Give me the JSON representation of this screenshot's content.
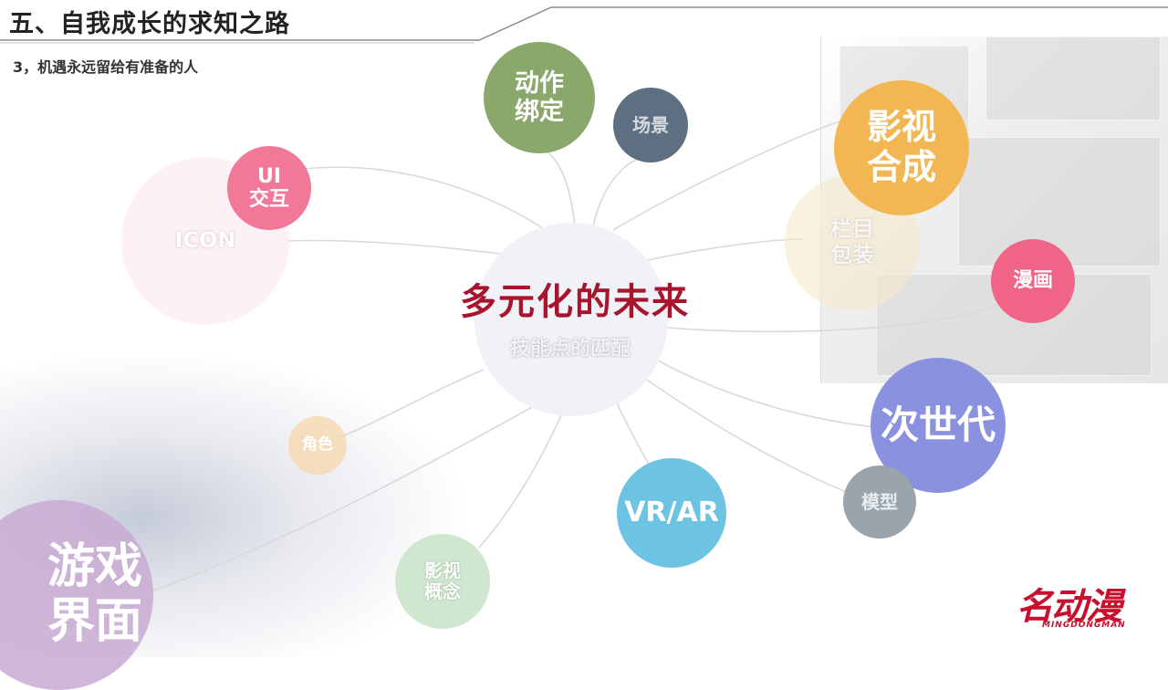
{
  "header": {
    "title": "五、自我成长的求知之路",
    "subtitle": "3，机遇永远留给有准备的人"
  },
  "center": {
    "title": "多元化的未来",
    "subtitle": "技能点的匹配"
  },
  "nodes": {
    "animation_rigging": [
      "动作",
      "绑定"
    ],
    "scene": "场景",
    "film_compositing": [
      "影视",
      "合成"
    ],
    "program_packaging": [
      "栏目",
      "包装"
    ],
    "comics": "漫画",
    "next_gen": "次世代",
    "model": "模型",
    "vr_ar": "VR/AR",
    "film_concept": [
      "影视",
      "概念"
    ],
    "character": "角色",
    "game_ui": [
      "游戏",
      "界面"
    ],
    "ui_interaction": [
      "UI",
      "交互"
    ],
    "icon": "ICON"
  },
  "logo": {
    "main": "名动漫",
    "sub": "MINGDONGMAN"
  },
  "colors": {
    "title_red": "#a8142c",
    "green": "#8aa86b",
    "slate": "#5d6f80",
    "orange": "#f2b752",
    "pink": "#f06487",
    "purple": "#8a92e0",
    "grey": "#9aa4ac",
    "sky": "#6cc3e2"
  }
}
